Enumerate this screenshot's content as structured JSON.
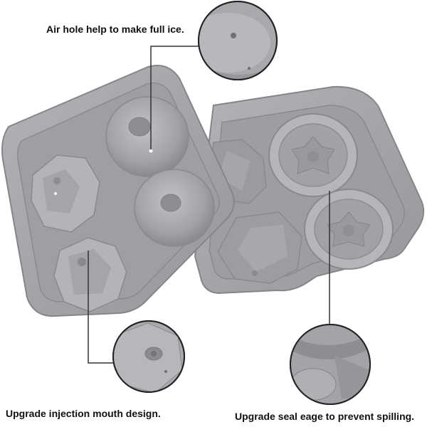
{
  "captions": {
    "air_hole": "Air hole help to make full ice.",
    "injection": "Upgrade injection mouth design.",
    "seal": "Upgrade seal eage to prevent spilling."
  },
  "colors": {
    "silicone": "#a7a6ab",
    "silicone_dark": "#8c8b90",
    "silicone_light": "#bdbcc1",
    "leader_line": "#333333",
    "background": "#ffffff"
  }
}
